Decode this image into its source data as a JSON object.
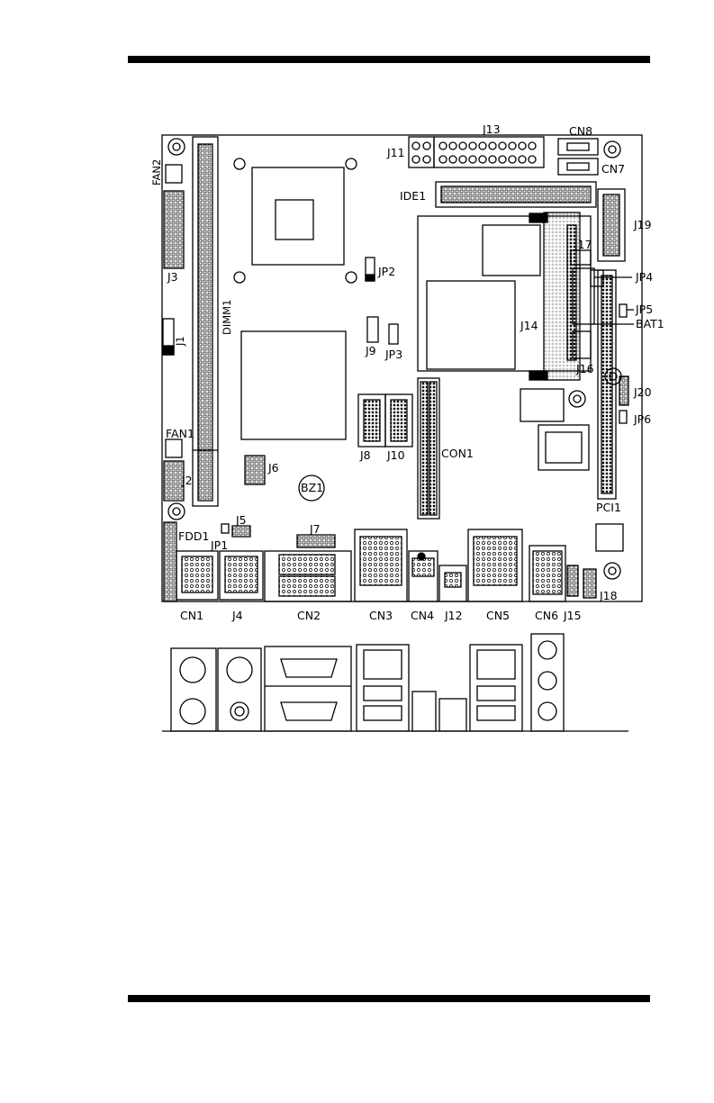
{
  "labels": {
    "j11": "J11",
    "j13": "J13",
    "cn8": "CN8",
    "cn7": "CN7",
    "ide1": "IDE1",
    "j19": "J19",
    "fan2": "FAN2",
    "j3": "J3",
    "jp2": "JP2",
    "j17": "J17",
    "jp4": "JP4",
    "jp5": "JP5",
    "bat1": "BAT1",
    "j14": "J14",
    "dimm1": "DIMM1",
    "j1": "J1",
    "j9": "J9",
    "jp3": "JP3",
    "j16": "J16",
    "j20": "J20",
    "jp6": "JP6",
    "j8": "J8",
    "j10": "J10",
    "con1": "CON1",
    "fan1": "FAN1",
    "j6": "J6",
    "j2": "J2",
    "bz1": "BZ1",
    "pci1": "PCI1",
    "j5": "J5",
    "fdd1": "FDD1",
    "j7": "J7",
    "jp1": "JP1",
    "cn1": "CN1",
    "j4": "J4",
    "cn2": "CN2",
    "cn3": "CN3",
    "cn4": "CN4",
    "j12": "J12",
    "cn5": "CN5",
    "cn6": "CN6",
    "j15": "J15",
    "j18": "J18"
  }
}
